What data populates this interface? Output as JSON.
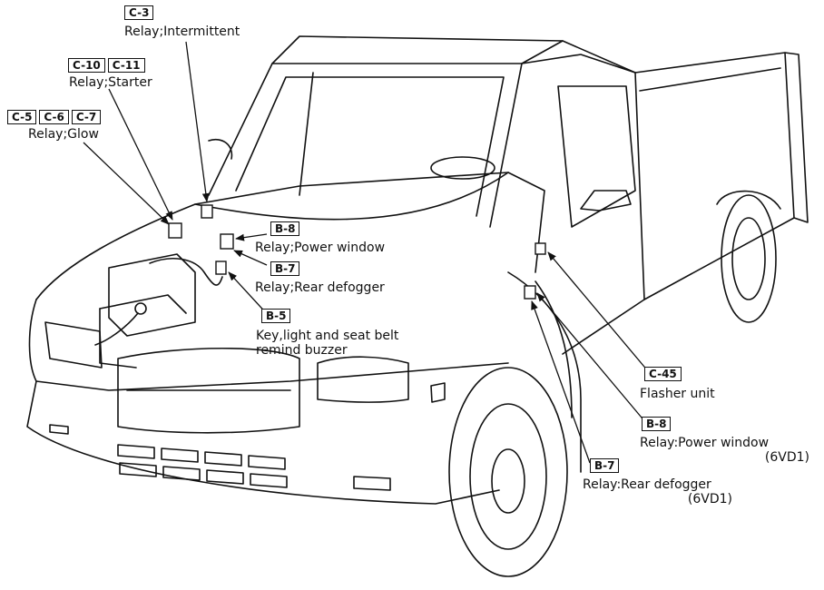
{
  "callouts": {
    "intermittent": {
      "codes": [
        "C-3"
      ],
      "text": "Relay;Intermittent"
    },
    "starter": {
      "codes": [
        "C-10",
        "C-11"
      ],
      "text": "Relay;Starter"
    },
    "glow": {
      "codes": [
        "C-5",
        "C-6",
        "C-7"
      ],
      "text": "Relay;Glow"
    },
    "power_window_left": {
      "codes": [
        "B-8"
      ],
      "text": "Relay;Power window"
    },
    "rear_defogger_left": {
      "codes": [
        "B-7"
      ],
      "text": "Relay;Rear defogger"
    },
    "buzzer": {
      "codes": [
        "B-5"
      ],
      "line1": "Key,light and seat belt",
      "line2": "remind buzzer"
    },
    "flasher": {
      "codes": [
        "C-45"
      ],
      "text": "Flasher unit"
    },
    "power_window_right": {
      "codes": [
        "B-8"
      ],
      "line1": "Relay:Power window",
      "line2": "(6VD1)"
    },
    "rear_defogger_right": {
      "codes": [
        "B-7"
      ],
      "line1": "Relay:Rear defogger",
      "line2": "(6VD1)"
    }
  }
}
